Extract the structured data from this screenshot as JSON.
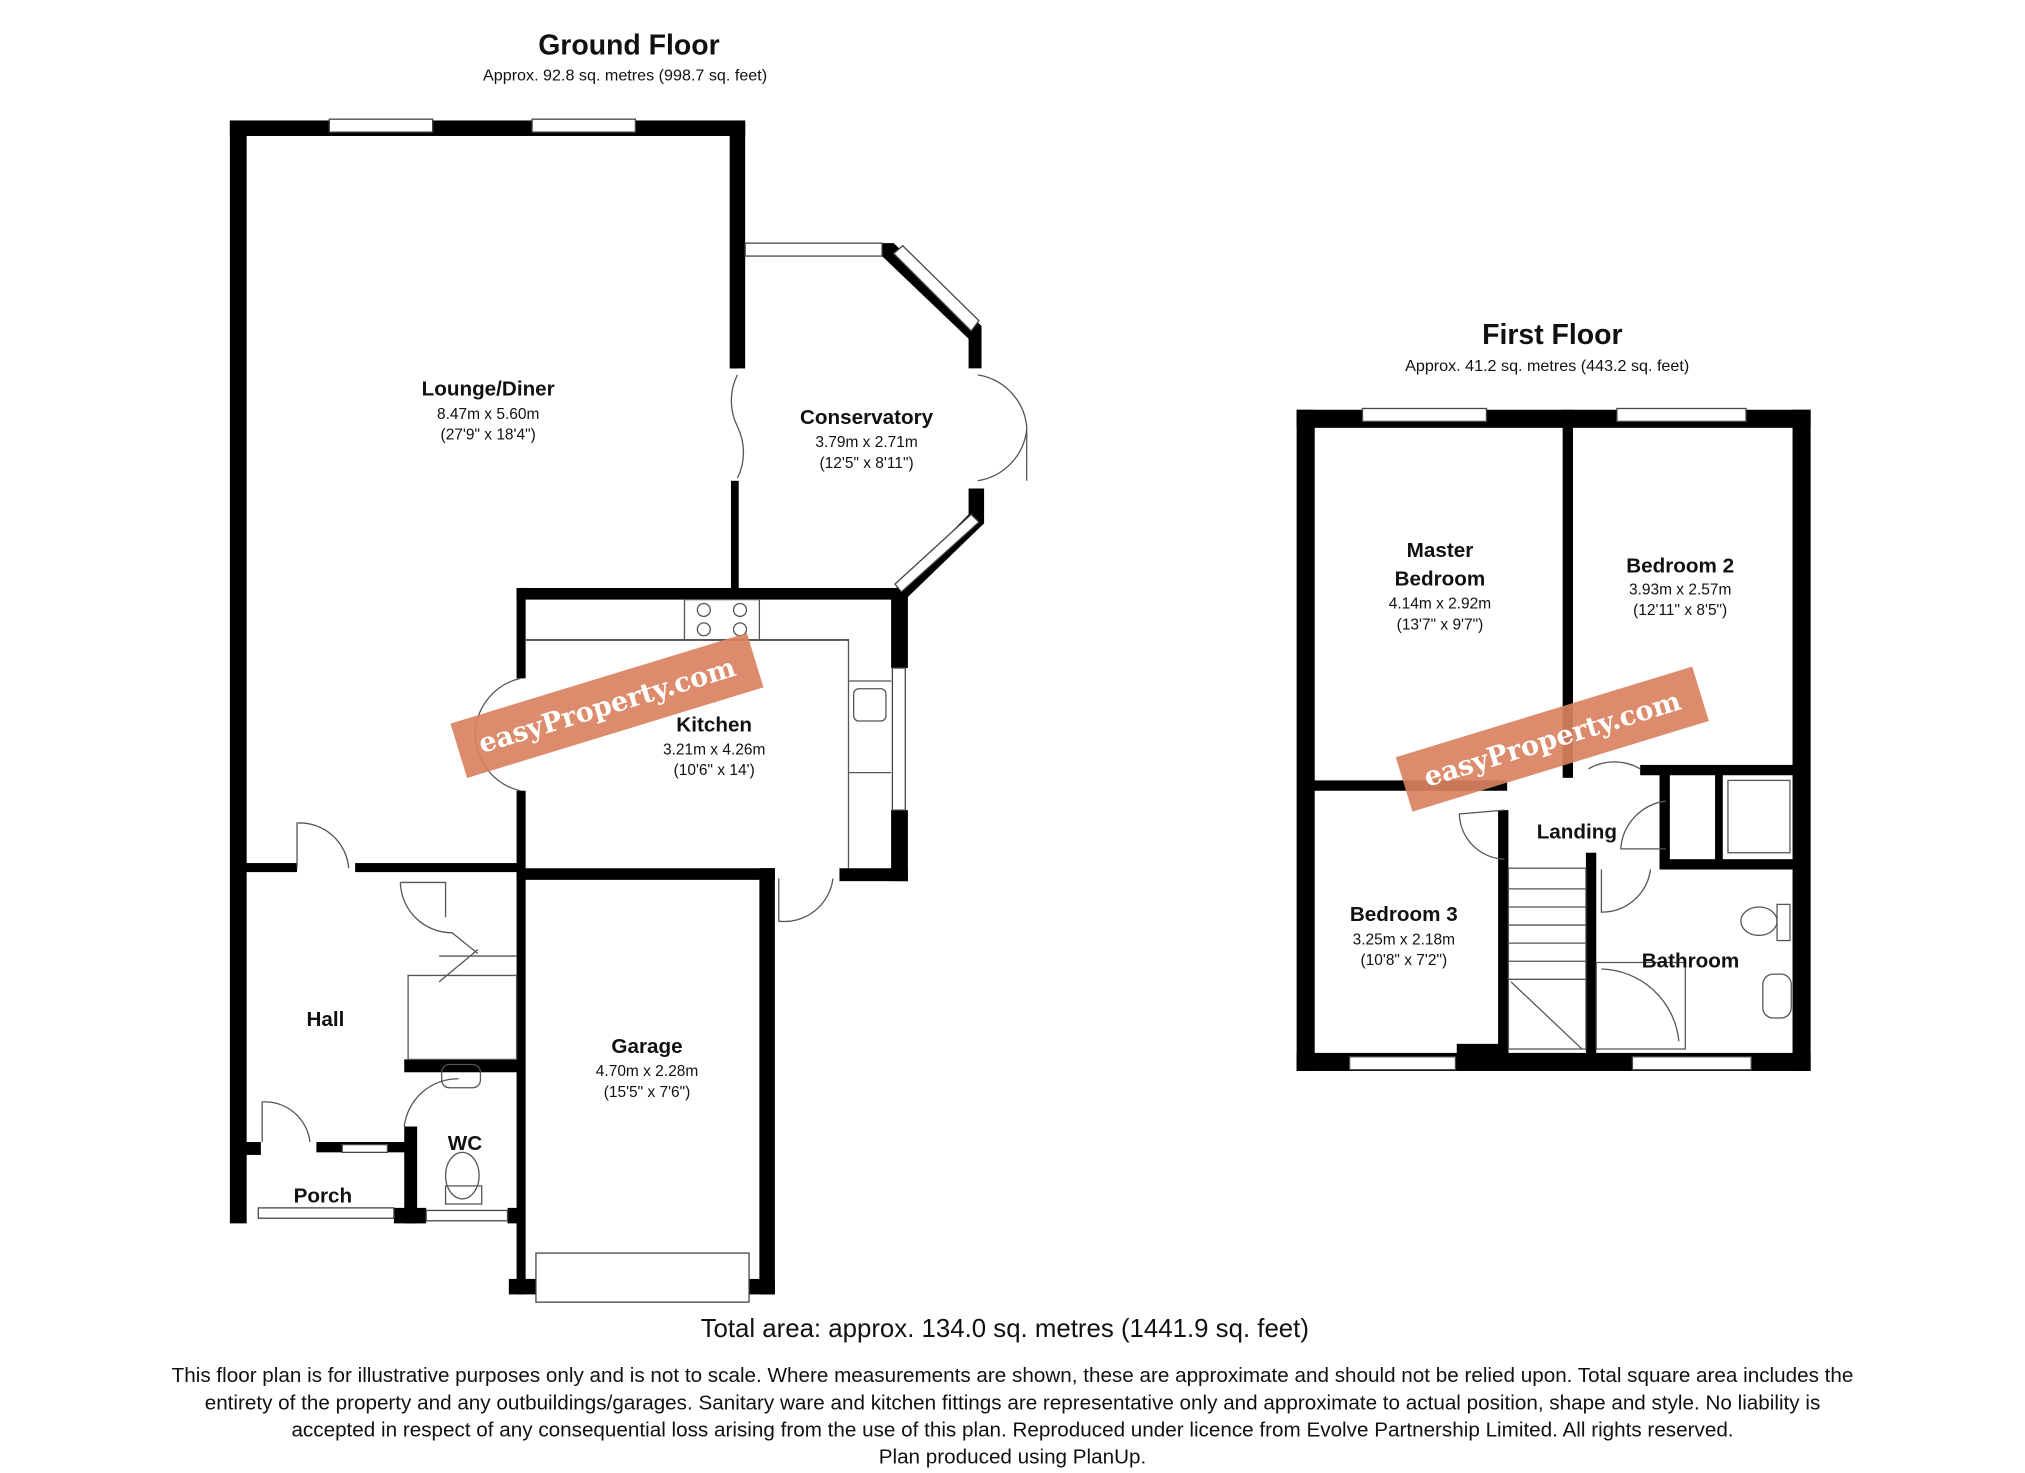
{
  "ground_floor": {
    "title": "Ground Floor",
    "area": "Approx.  92.8 sq. metres (998.7 sq. feet)",
    "rooms": [
      {
        "name": "Lounge/Diner",
        "metric": "8.47m x 5.60m",
        "imperial": "(27'9\" x 18'4\")"
      },
      {
        "name": "Conservatory",
        "metric": "3.79m x 2.71m",
        "imperial": "(12'5\" x 8'11\")"
      },
      {
        "name": "Kitchen",
        "metric": "3.21m x 4.26m",
        "imperial": "(10'6\" x 14')"
      },
      {
        "name": "Garage",
        "metric": "4.70m x 2.28m",
        "imperial": "(15'5\" x 7'6\")"
      },
      {
        "name": "Hall"
      },
      {
        "name": "WC"
      },
      {
        "name": "Porch"
      }
    ]
  },
  "first_floor": {
    "title": "First Floor",
    "area": "Approx.  41.2 sq. metres (443.2 sq. feet)",
    "rooms": [
      {
        "name_line1": "Master",
        "name_line2": "Bedroom",
        "metric": "4.14m x 2.92m",
        "imperial": "(13'7\" x 9'7\")"
      },
      {
        "name": "Bedroom 2",
        "metric": "3.93m x 2.57m",
        "imperial": "(12'11\" x 8'5\")"
      },
      {
        "name": "Bedroom 3",
        "metric": "3.25m x 2.18m",
        "imperial": "(10'8\" x 7'2\")"
      },
      {
        "name": "Landing"
      },
      {
        "name": "Bathroom"
      }
    ]
  },
  "watermark": {
    "text": "easyProperty.com",
    "color": "#d9825f"
  },
  "total_area": "Total area: approx. 134.0 sq. metres (1441.9 sq. feet)",
  "disclaimer": [
    "This floor plan is for illustrative purposes only and is not to scale.  Where measurements are shown, these are approximate and should not be relied upon. Total square area includes the",
    "entirety of the property and any outbuildings/garages. Sanitary ware and kitchen fittings are representative only and approximate to actual position, shape and style.  No liability is",
    "accepted in respect of any consequential loss arising from the use of this plan. Reproduced under licence from Evolve Partnership Limited. All rights reserved.",
    "Plan produced using PlanUp."
  ]
}
